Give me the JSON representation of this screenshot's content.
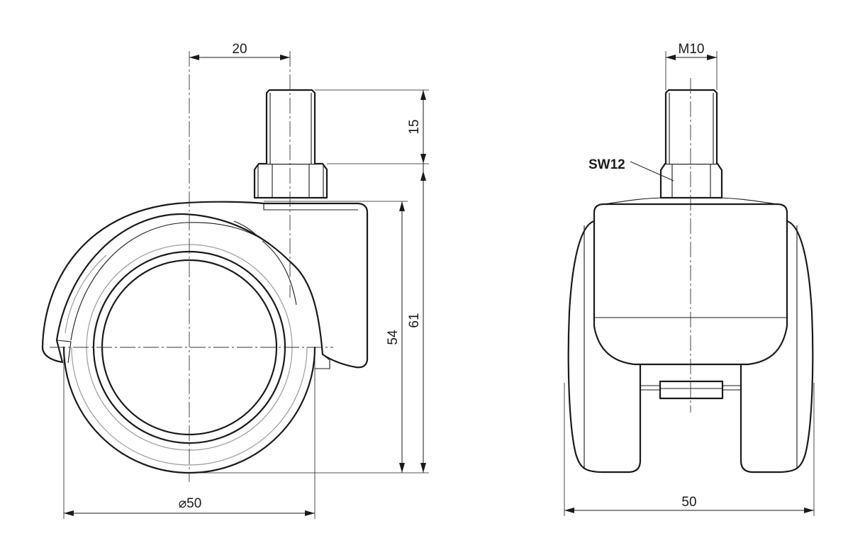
{
  "dimensions": {
    "stem_offset": "20",
    "stem_length": "15",
    "total_height": "61",
    "wheel_height": "54",
    "wheel_diameter": "⌀50",
    "thread": "M10",
    "overall_width": "50"
  },
  "callouts": {
    "wrench_size": "SW12"
  },
  "colors": {
    "line": "#1a1a1a",
    "hidden": "#9a9a9a",
    "background": "#ffffff"
  }
}
